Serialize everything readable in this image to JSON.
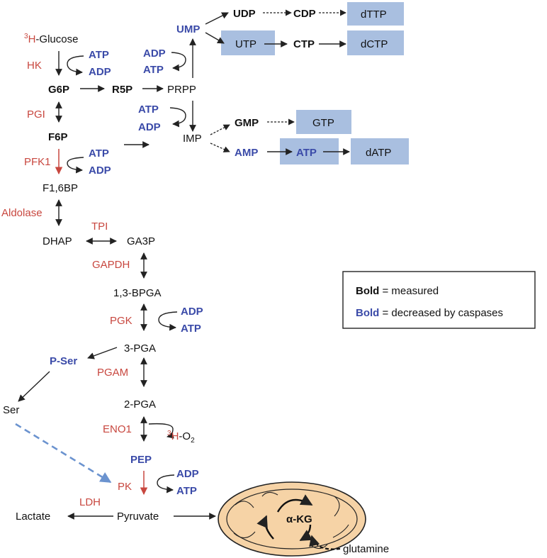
{
  "colors": {
    "enzyme_red": "#c8473f",
    "decreased_blue": "#3a4aa8",
    "box_fill": "#a9bfe0",
    "mito_fill": "#f6d3a6",
    "mito_stroke": "#222222",
    "dashed_blue_arrow": "#6b93cf"
  },
  "glycolysis": {
    "glucose_prefix": "3",
    "glucose_h": "H",
    "glucose_label": "-Glucose",
    "g6p": "G6P",
    "f6p": "F6P",
    "f16bp": "F1,6BP",
    "dhap": "DHAP",
    "ga3p": "GA3P",
    "bpga13": "1,3-BPGA",
    "pga3": "3-PGA",
    "pga2": "2-PGA",
    "pep": "PEP",
    "pyruvate": "Pyruvate",
    "lactate": "Lactate",
    "pser": "P-Ser",
    "ser": "Ser"
  },
  "enzymes": {
    "hk": "HK",
    "pgi": "PGI",
    "pfk1": "PFK1",
    "aldolase": "Aldolase",
    "tpi": "TPI",
    "gapdh": "GAPDH",
    "pgk": "PGK",
    "pgam": "PGAM",
    "eno1": "ENO1",
    "pk": "PK",
    "ldh": "LDH"
  },
  "cofactors": {
    "atp": "ATP",
    "adp": "ADP",
    "water_prefix": "3",
    "water_h": "H",
    "water_o": "-O",
    "water_sub": "2"
  },
  "nucleotide": {
    "r5p": "R5P",
    "prpp": "PRPP",
    "imp": "IMP",
    "ump": "UMP",
    "udp": "UDP",
    "cdp": "CDP",
    "dttp": "dTTP",
    "utp": "UTP",
    "ctp": "CTP",
    "dctp": "dCTP",
    "gmp": "GMP",
    "gtp": "GTP",
    "amp": "AMP",
    "atp": "ATP",
    "datp": "dATP"
  },
  "mitochondria": {
    "akg": "α-KG",
    "glutamine": "glutamine"
  },
  "legend": {
    "bold_word": "Bold",
    "measured_text": " = measured",
    "bold_blue_word": "Bold",
    "decreased_text": " = decreased by caspases"
  }
}
